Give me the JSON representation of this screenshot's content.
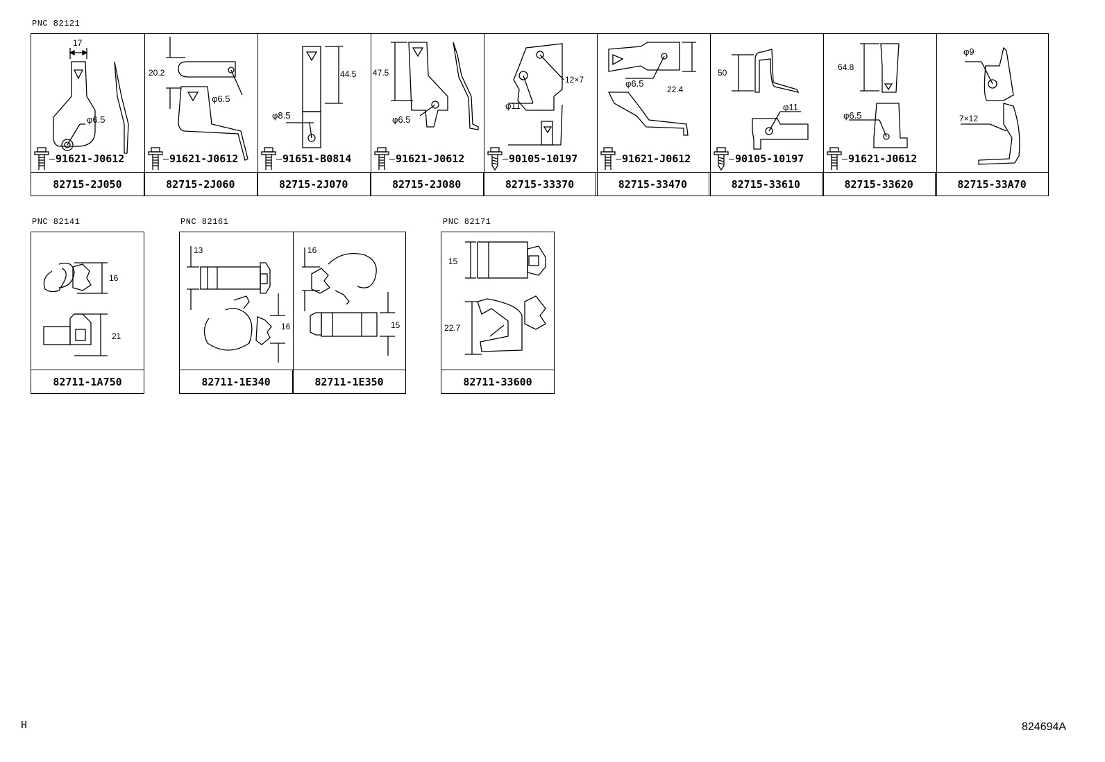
{
  "groups": {
    "g82121": {
      "pnc_label": "PNC 82121",
      "items": [
        {
          "part": "82715-2J050",
          "bolt": "91621-J0612",
          "dims": [
            "17",
            "φ6.5"
          ]
        },
        {
          "part": "82715-2J060",
          "bolt": "91621-J0612",
          "dims": [
            "20.2",
            "φ6.5"
          ]
        },
        {
          "part": "82715-2J070",
          "bolt": "91651-B0814",
          "dims": [
            "44.5",
            "φ8.5"
          ]
        },
        {
          "part": "82715-2J080",
          "bolt": "91621-J0612",
          "dims": [
            "47.5",
            "φ6.5"
          ]
        },
        {
          "part": "82715-33370",
          "bolt": "90105-10197",
          "dims": [
            "12×7",
            "φ11"
          ]
        },
        {
          "part": "82715-33470",
          "bolt": "91621-J0612",
          "dims": [
            "φ6.5",
            "22.4"
          ]
        },
        {
          "part": "82715-33610",
          "bolt": "90105-10197",
          "dims": [
            "50",
            "φ11"
          ]
        },
        {
          "part": "82715-33620",
          "bolt": "91621-J0612",
          "dims": [
            "64.8",
            "φ6.5"
          ]
        },
        {
          "part": "82715-33A70",
          "bolt": "",
          "dims": [
            "φ9",
            "7×12"
          ]
        }
      ]
    },
    "g82141": {
      "pnc_label": "PNC 82141",
      "items": [
        {
          "part": "82711-1A750",
          "dims": [
            "16",
            "21"
          ]
        }
      ]
    },
    "g82161": {
      "pnc_label": "PNC 82161",
      "items": [
        {
          "part": "82711-1E340",
          "dims": [
            "13",
            "16"
          ]
        },
        {
          "part": "82711-1E350",
          "dims": [
            "16",
            "15"
          ]
        }
      ]
    },
    "g82171": {
      "pnc_label": "PNC 82171",
      "items": [
        {
          "part": "82711-33600",
          "dims": [
            "15",
            "22.7"
          ]
        }
      ]
    }
  },
  "footer": {
    "left_mark": "H",
    "drawing_id": "824694A"
  },
  "colors": {
    "line": "#000000",
    "background": "#ffffff"
  }
}
